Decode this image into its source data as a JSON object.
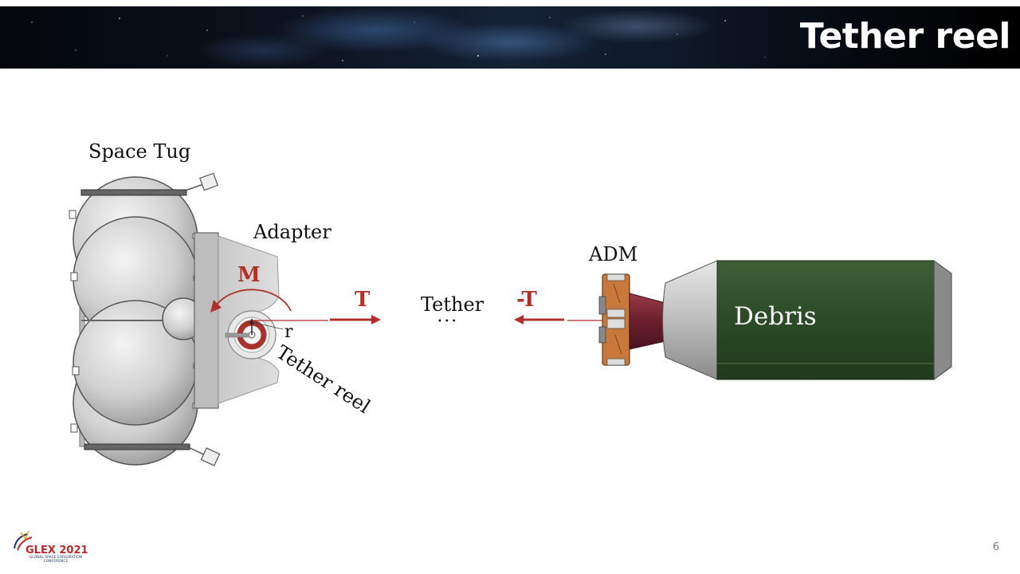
{
  "slide": {
    "title": "Tether reel",
    "page_number": "6"
  },
  "diagram": {
    "space_tug_label": "Space Tug",
    "adapter_label": "Adapter",
    "moment_label": "M",
    "radius_label": "r",
    "tether_reel_label": "Tether reel",
    "tension_label": "T",
    "tether_label": "Tether",
    "tether_dots": "•••",
    "neg_tension_label": "-T",
    "adm_label": "ADM",
    "debris_label": "Debris"
  },
  "logo": {
    "name": "GLEX 2021",
    "subtitle_line1": "GLOBAL SPACE EXPLORATION",
    "subtitle_line2": "CONFERENCE"
  },
  "colors": {
    "arrow_red": "#b0302a",
    "debris_green": "#2f4f2a",
    "adm_orange": "#c8783a"
  }
}
